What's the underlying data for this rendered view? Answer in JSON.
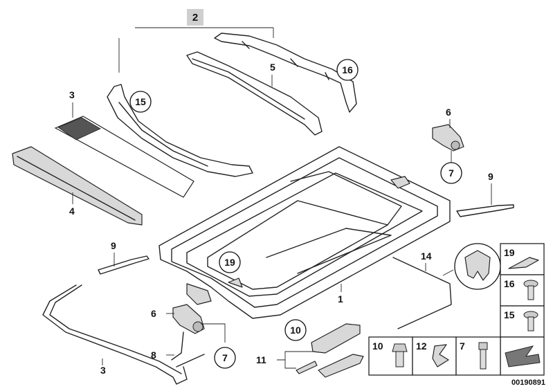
{
  "diagram": {
    "reference_number": "00190891",
    "assembly_label": "2",
    "labels": {
      "frame": "1",
      "sunshade": "3",
      "front_seal": "4",
      "rear_rail": "5",
      "motor_right": "6",
      "motor_left": "6",
      "screw_right_motor": "7",
      "screw_left_motor": "7",
      "bracket": "8",
      "drain_right": "9",
      "drain_left": "9",
      "clip_10": "10",
      "slider_group": "11",
      "cable": "14",
      "part_15": "15",
      "part_16": "16",
      "part_19": "19",
      "gasket": "3"
    },
    "legend": {
      "col_a": [
        "19",
        "16",
        "15"
      ],
      "row_b": [
        "10",
        "12",
        "7"
      ]
    }
  }
}
